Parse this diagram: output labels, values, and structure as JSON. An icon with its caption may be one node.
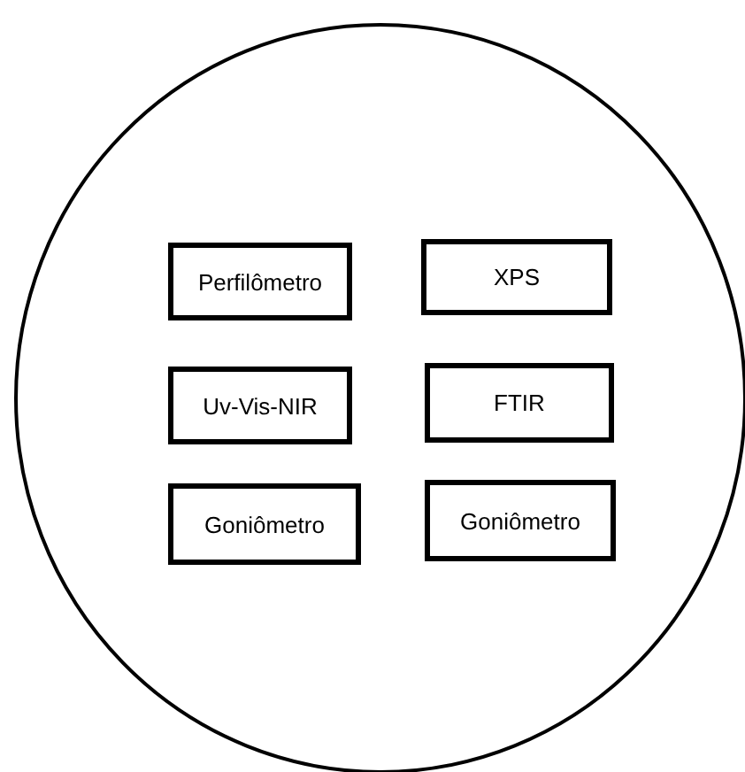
{
  "diagram": {
    "nodes": [
      {
        "text": [],
        "shape": "circle"
      },
      {
        "text": [
          "Perfilômetro"
        ],
        "in": 0
      },
      {
        "text": [
          "XPS"
        ],
        "in": 0
      },
      {
        "text": [
          "Uv-Vis-NIR"
        ],
        "in": 0
      },
      {
        "text": [
          "FTIR"
        ],
        "in": 0
      },
      {
        "text": [
          "Goniômetro"
        ],
        "in": 0
      },
      {
        "text": [
          "Goniômetro"
        ],
        "in": 0
      }
    ]
  }
}
